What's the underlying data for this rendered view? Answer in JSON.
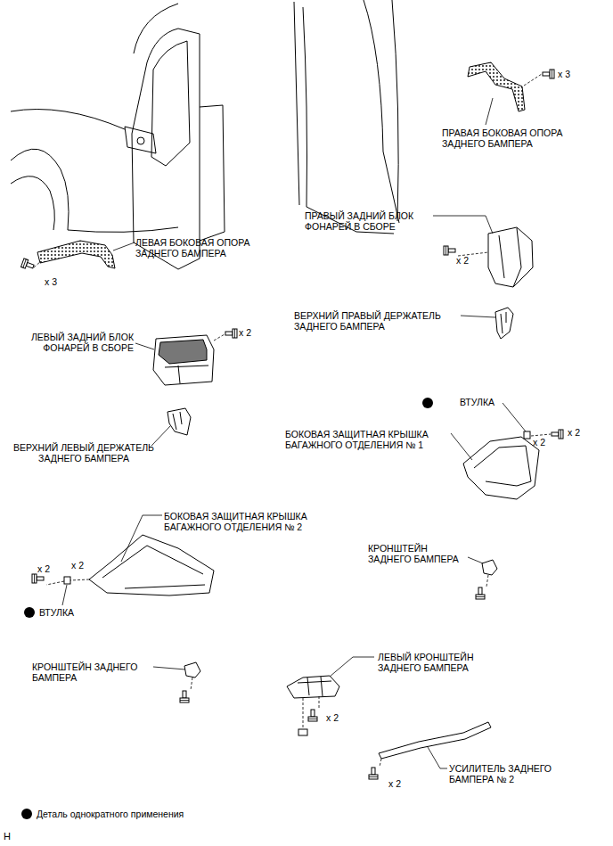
{
  "diagram": {
    "labels": [
      "x 3",
      "ПРАВАЯ БОКОВАЯ ОПОРА ЗАДНЕГО БАМПЕРА",
      "ПРАВЫЙ ЗАДНИЙ БЛОК ФОНАРЕЙ В СБОРЕ",
      "x 2",
      "ЛЕВАЯ БОКОВАЯ ОПОРА ЗАДНЕГО БАМПЕРА",
      "x 3",
      "ВЕРХНИЙ ПРАВЫЙ ДЕРЖАТЕЛЬ ЗАДНЕГО БАМПЕРА",
      "ЛЕВЫЙ ЗАДНИЙ БЛОК ФОНАРЕЙ В СБОРЕ",
      "x 2",
      "ВТУЛКА",
      "x 2",
      "x 2",
      "БОКОВАЯ ЗАЩИТНАЯ КРЫШКА БАГАЖНОГО ОТДЕЛЕНИЯ № 1",
      "ВЕРХНИЙ ЛЕВЫЙ ДЕРЖАТЕЛЬ ЗАДНЕГО БАМПЕРА",
      "БОКОВАЯ ЗАЩИТНАЯ КРЫШКА БАГАЖНОГО ОТДЕЛЕНИЯ № 2",
      "x 2",
      "x 2",
      "ВТУЛКА",
      "КРОНШТЕЙН ЗАДНЕГО БАМПЕРА",
      "КРОНШТЕЙН ЗАДНЕГО БАМПЕРА",
      "ЛЕВЫЙ КРОНШТЕЙН ЗАДНЕГО БАМПЕРА",
      "x 2",
      "УСИЛИТЕЛЬ ЗАДНЕГО БАМПЕРА № 2",
      "x 2",
      "H"
    ],
    "legend": [
      {
        "text": "Деталь однократного применения"
      }
    ]
  }
}
